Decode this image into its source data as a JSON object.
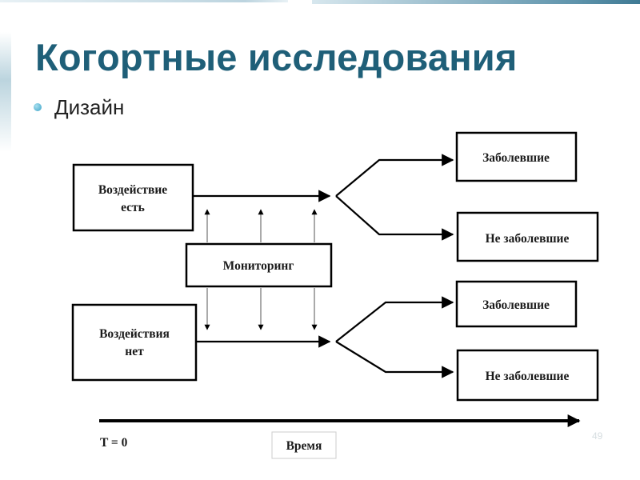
{
  "slide": {
    "title": "Когортные исследования",
    "bullet": "Дизайн",
    "page_number": "49"
  },
  "diagram": {
    "exposure_present": [
      "Воздействие",
      "есть"
    ],
    "exposure_absent": [
      "Воздействия",
      "нет"
    ],
    "monitoring": "Мониторинг",
    "outcomes": {
      "exposed_sick": "Заболевшие",
      "exposed_not_sick": "Не заболевшие",
      "unexposed_sick": "Заболевшие",
      "unexposed_not_sick": "Не заболевшие"
    },
    "time_start": "T = 0",
    "time_label": "Время"
  },
  "colors": {
    "title": "#1f5f78",
    "accent_bar": "#3f7a94",
    "bullet": "#3aa3c7",
    "box_border": "#000000"
  }
}
